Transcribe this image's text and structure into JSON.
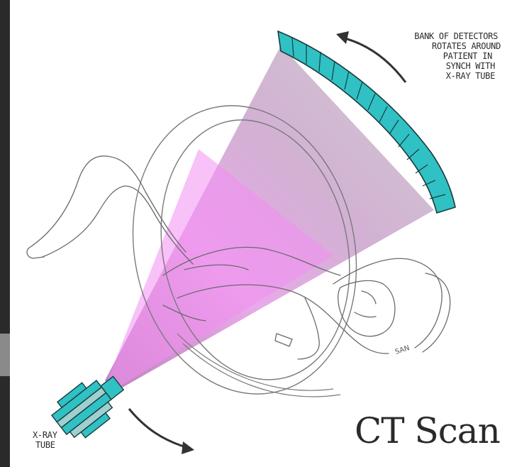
{
  "diagram": {
    "detector_label_lines": [
      "BANK OF DETECTORS",
      "ROTATES AROUND",
      "PATIENT IN",
      "SYNCH WITH",
      "X-RAY TUBE"
    ],
    "xray_label_lines": [
      "X-RAY",
      "TUBE"
    ],
    "title": "CT Scan",
    "artist_signature": "SAN"
  },
  "colors": {
    "detector": "#2fc1c4",
    "detector_outline": "#1c3b3c",
    "beam_pink": "#f08af0",
    "beam_purple": "#a66aa6",
    "beam_gray": "#b9b0b9",
    "sketch": "#6a6a6a",
    "left_edge": "#2a2a2a"
  }
}
